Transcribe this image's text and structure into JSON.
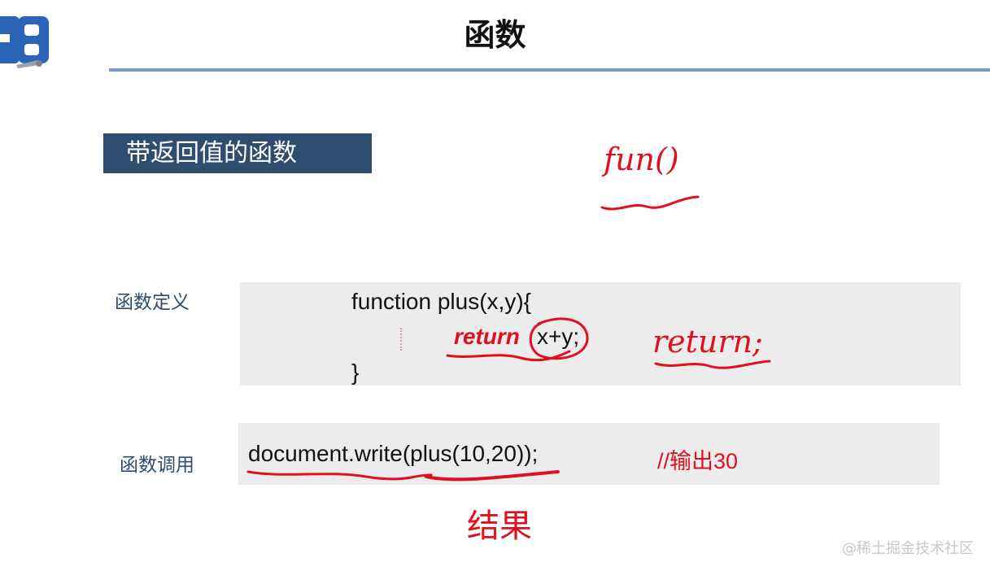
{
  "slide": {
    "title": "函数",
    "logo_text": "EB",
    "section_label": "带返回值的函数"
  },
  "definition": {
    "label": "函数定义",
    "line1": "function plus(x,y){",
    "return_keyword": "return",
    "return_expr": "x+y;",
    "close": "}"
  },
  "call": {
    "label": "函数调用",
    "code": "document.write(plus(10,20));",
    "comment": "//输出30"
  },
  "annotations": {
    "fun": "fun()",
    "return": "return;",
    "result": "结果"
  },
  "watermark": "@稀土掘金技术社区",
  "colors": {
    "accent_navy": "#2f4d6f",
    "rule": "#7f97c2",
    "code_bg": "#ececec",
    "ink_red": "#e0101e"
  }
}
